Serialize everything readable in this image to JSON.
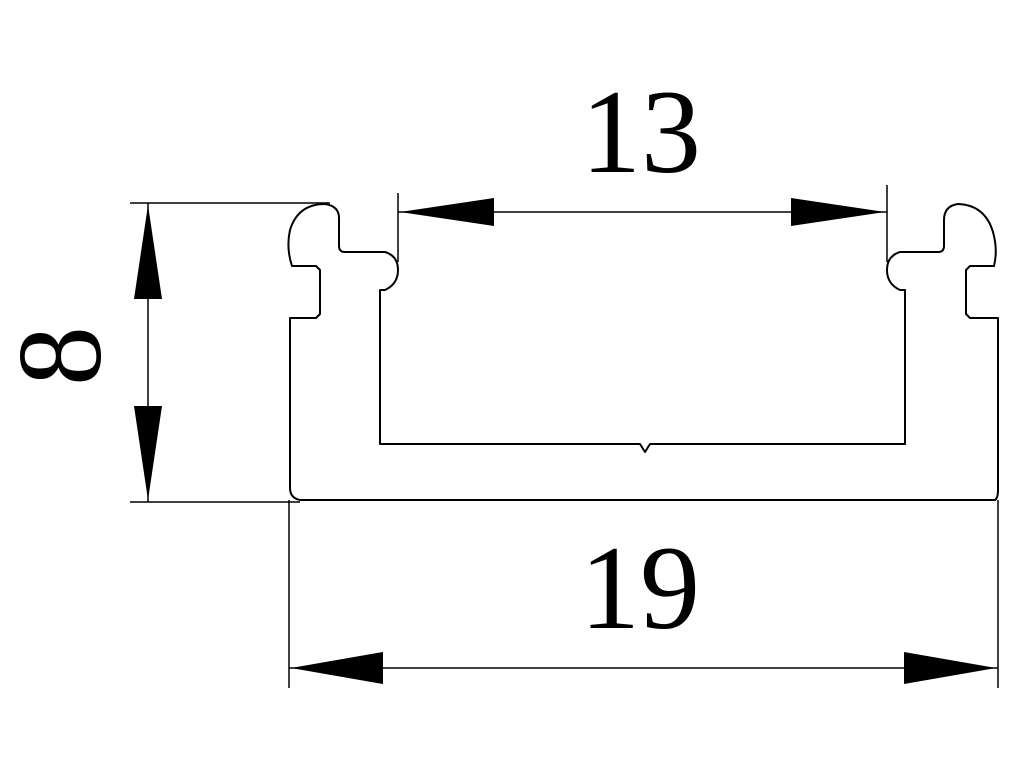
{
  "drawing": {
    "dimensions": {
      "top_width": "13",
      "bottom_width": "19",
      "height": "8"
    },
    "line_color": "#000000",
    "background_color": "#ffffff"
  }
}
